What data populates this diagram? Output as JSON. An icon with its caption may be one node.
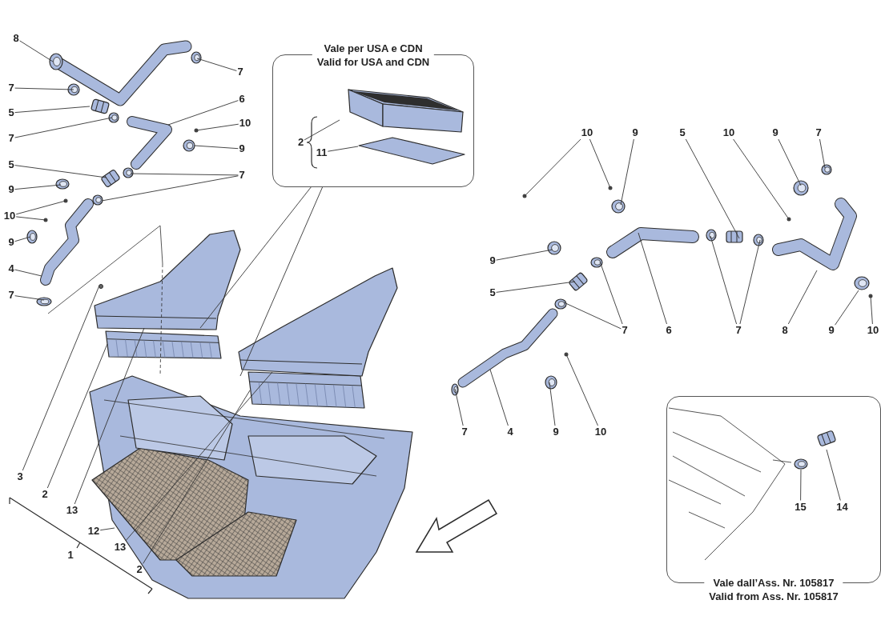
{
  "diagram": {
    "nodes": [
      {
        "text": [
          "8"
        ]
      },
      {
        "text": [
          "7"
        ]
      },
      {
        "text": [
          "7"
        ]
      },
      {
        "text": [
          "5"
        ]
      },
      {
        "text": [
          "6"
        ]
      },
      {
        "text": [
          "7"
        ]
      },
      {
        "text": [
          "10"
        ]
      },
      {
        "text": [
          "9"
        ]
      },
      {
        "text": [
          "5"
        ]
      },
      {
        "text": [
          "7"
        ]
      },
      {
        "text": [
          "9"
        ]
      },
      {
        "text": [
          "10"
        ]
      },
      {
        "text": [
          "9"
        ]
      },
      {
        "text": [
          "4"
        ]
      },
      {
        "text": [
          "7"
        ]
      },
      {
        "text": [
          "Vale per USA e CDN",
          "Valid for USA and CDN"
        ]
      },
      {
        "text": [
          "2"
        ],
        "in": 15
      },
      {
        "text": [
          "11"
        ],
        "in": 15
      },
      {
        "text": [
          "10"
        ]
      },
      {
        "text": [
          "9"
        ]
      },
      {
        "text": [
          "5"
        ]
      },
      {
        "text": [
          "10"
        ]
      },
      {
        "text": [
          "9"
        ]
      },
      {
        "text": [
          "7"
        ]
      },
      {
        "text": [
          "9"
        ]
      },
      {
        "text": [
          "5"
        ]
      },
      {
        "text": [
          "7"
        ]
      },
      {
        "text": [
          "6"
        ]
      },
      {
        "text": [
          "7"
        ]
      },
      {
        "text": [
          "8"
        ]
      },
      {
        "text": [
          "9"
        ]
      },
      {
        "text": [
          "10"
        ]
      },
      {
        "text": [
          "7"
        ]
      },
      {
        "text": [
          "4"
        ]
      },
      {
        "text": [
          "9"
        ]
      },
      {
        "text": [
          "10"
        ]
      },
      {
        "text": [
          "3"
        ]
      },
      {
        "text": [
          "2"
        ]
      },
      {
        "text": [
          "13"
        ]
      },
      {
        "text": [
          "12"
        ]
      },
      {
        "text": [
          "13"
        ]
      },
      {
        "text": [
          "2"
        ]
      },
      {
        "text": [
          "Vale dall’Ass. Nr. 105817",
          "Valid from Ass. Nr. 105817"
        ]
      },
      {
        "text": [
          "15"
        ],
        "in": 42
      },
      {
        "text": [
          "14"
        ],
        "in": 42
      },
      {
        "text": [],
        "shape": "picture"
      },
      {
        "text": [],
        "shape": "picture"
      },
      {
        "text": [],
        "shape": "picture"
      },
      {
        "text": [],
        "shape": "picture"
      },
      {
        "text": [],
        "shape": "picture"
      }
    ],
    "edges": [
      {
        "from": 0,
        "to": null,
        "arrow": "none"
      },
      {
        "from": 1,
        "to": null,
        "arrow": "none"
      },
      {
        "from": 2,
        "to": null,
        "arrow": "none"
      },
      {
        "from": 3,
        "to": null,
        "arrow": "none"
      },
      {
        "from": 4,
        "to": null,
        "arrow": "none"
      },
      {
        "from": 5,
        "to": null,
        "arrow": "none"
      },
      {
        "from": 6,
        "to": null,
        "arrow": "none"
      },
      {
        "from": 7,
        "to": null,
        "arrow": "none"
      },
      {
        "from": 8,
        "to": null,
        "arrow": "none"
      },
      {
        "from": 9,
        "to": null,
        "arrow": "none"
      },
      {
        "from": 9,
        "to": null,
        "arrow": "none"
      },
      {
        "from": 10,
        "to": null,
        "arrow": "none"
      },
      {
        "from": 11,
        "to": null,
        "arrow": "none"
      },
      {
        "from": 11,
        "to": null,
        "arrow": "none"
      },
      {
        "from": 12,
        "to": null,
        "arrow": "none"
      },
      {
        "from": 13,
        "to": null,
        "arrow": "none"
      },
      {
        "from": 14,
        "to": null,
        "arrow": "none"
      },
      {
        "from": 15,
        "to": 47,
        "arrow": "none"
      },
      {
        "from": 15,
        "to": 48,
        "arrow": "none"
      },
      {
        "from": 16,
        "to": null,
        "arrow": "none"
      },
      {
        "from": 17,
        "to": null,
        "arrow": "none"
      },
      {
        "from": 18,
        "to": null,
        "arrow": "none"
      },
      {
        "from": 18,
        "to": null,
        "arrow": "none"
      },
      {
        "from": 19,
        "to": null,
        "arrow": "none"
      },
      {
        "from": 20,
        "to": null,
        "arrow": "none"
      },
      {
        "from": 21,
        "to": null,
        "arrow": "none"
      },
      {
        "from": 22,
        "to": null,
        "arrow": "none"
      },
      {
        "from": 23,
        "to": null,
        "arrow": "none"
      },
      {
        "from": 24,
        "to": null,
        "arrow": "none"
      },
      {
        "from": 25,
        "to": null,
        "arrow": "none"
      },
      {
        "from": 26,
        "to": null,
        "arrow": "none"
      },
      {
        "from": 26,
        "to": null,
        "arrow": "none"
      },
      {
        "from": 27,
        "to": null,
        "arrow": "none"
      },
      {
        "from": 28,
        "to": null,
        "arrow": "none"
      },
      {
        "from": 28,
        "to": null,
        "arrow": "none"
      },
      {
        "from": 29,
        "to": null,
        "arrow": "none"
      },
      {
        "from": 30,
        "to": null,
        "arrow": "none"
      },
      {
        "from": 31,
        "to": null,
        "arrow": "none"
      },
      {
        "from": 32,
        "to": null,
        "arrow": "none"
      },
      {
        "from": 33,
        "to": null,
        "arrow": "none"
      },
      {
        "from": 34,
        "to": null,
        "arrow": "none"
      },
      {
        "from": 35,
        "to": null,
        "arrow": "none"
      },
      {
        "from": 36,
        "to": null,
        "arrow": "none"
      },
      {
        "from": 37,
        "to": 47,
        "arrow": "none"
      },
      {
        "from": 38,
        "to": 45,
        "arrow": "none"
      },
      {
        "from": 39,
        "to": 49,
        "arrow": "none"
      },
      {
        "from": 40,
        "to": 46,
        "arrow": "none"
      },
      {
        "from": 41,
        "to": 48,
        "arrow": "none"
      },
      {
        "from": 43,
        "to": null,
        "arrow": "none"
      },
      {
        "from": 44,
        "to": null,
        "arrow": "none"
      }
    ],
    "labels": [
      "1"
    ]
  }
}
